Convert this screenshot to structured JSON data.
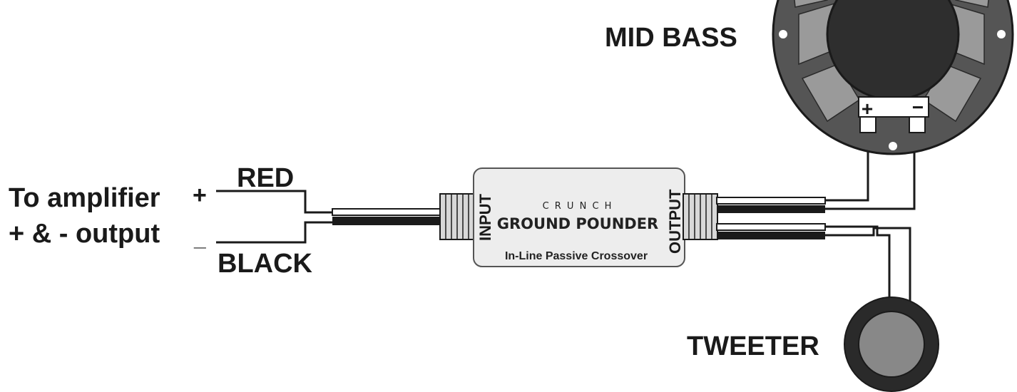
{
  "labels": {
    "amp_line1": "To amplifier",
    "amp_line2": "+ & - output",
    "plus_sign": "+",
    "minus_sign": "_",
    "red": "RED",
    "black": "BLACK",
    "mid_bass": "MID BASS",
    "tweeter": "TWEETER"
  },
  "crossover": {
    "input_label": "INPUT",
    "output_label": "OUTPUT",
    "brand": "C R U N C H",
    "model": "GROUND POUNDER",
    "caption": "In-Line Passive Crossover"
  },
  "mid_bass_terminals": {
    "plus": "+",
    "minus": "−"
  },
  "colors": {
    "ink": "#1a1a1a",
    "speaker_body": "#555555",
    "speaker_window": "#9a9a9a",
    "cone": "#2e2e2e",
    "crossover_body": "#ededed"
  }
}
